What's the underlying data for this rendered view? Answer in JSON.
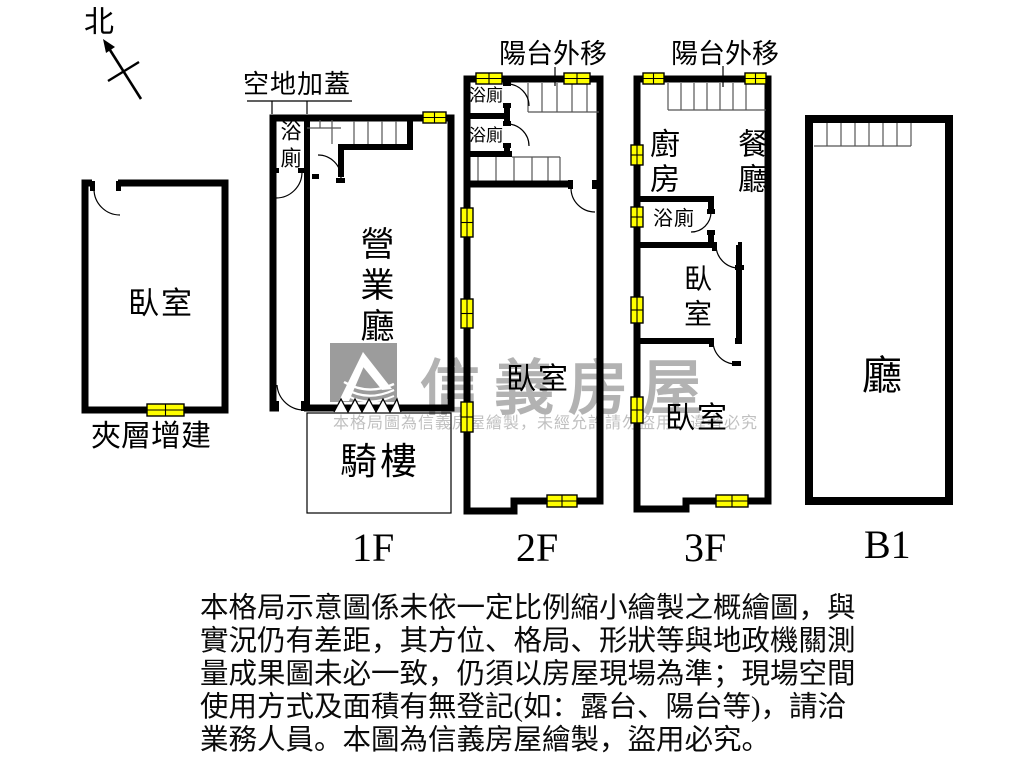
{
  "compass": {
    "label": "北"
  },
  "plans": {
    "mezzanine": {
      "room_bedroom": "臥室",
      "caption": "夾層增建"
    },
    "floor1": {
      "annotation": "空地加蓋",
      "room_bath": "浴廁",
      "room_hall": "營業廳",
      "room_arcade": "騎樓",
      "caption": "1F"
    },
    "floor2": {
      "annotation": "陽台外移",
      "room_bath1": "浴廁",
      "room_bath2": "浴廁",
      "room_bedroom": "臥室",
      "caption": "2F"
    },
    "floor3": {
      "annotation": "陽台外移",
      "room_kitchen": "廚房",
      "room_dining": "餐廳",
      "room_bath": "浴廁",
      "room_bedroom_mid": "臥室",
      "room_bedroom_low": "臥室",
      "caption": "3F"
    },
    "basement": {
      "room_hall": "廳",
      "caption": "B1"
    }
  },
  "watermark": {
    "brand": "信義房屋",
    "notice": "本格局圖為信義房屋繪製，未經允許請勿盜用，違者必究"
  },
  "disclaimer": {
    "lines": [
      "本格局示意圖係未依一定比例縮小繪製之概繪圖，與",
      "實況仍有差距，其方位、格局、形狀等與地政機關測",
      "量成果圖未必一致，仍須以房屋現場為準；現場空間",
      "使用方式及面積有無登記(如：露台、陽台等)，請洽",
      "業務人員。本圖為信義房屋繪製，盜用必究。"
    ]
  },
  "colors": {
    "wall": "#000000",
    "window": "#ffff00",
    "watermark_brand": "#b2b2b2",
    "watermark_notice": "#c0c0c0",
    "watermark_logo": "#9c9c9c"
  }
}
